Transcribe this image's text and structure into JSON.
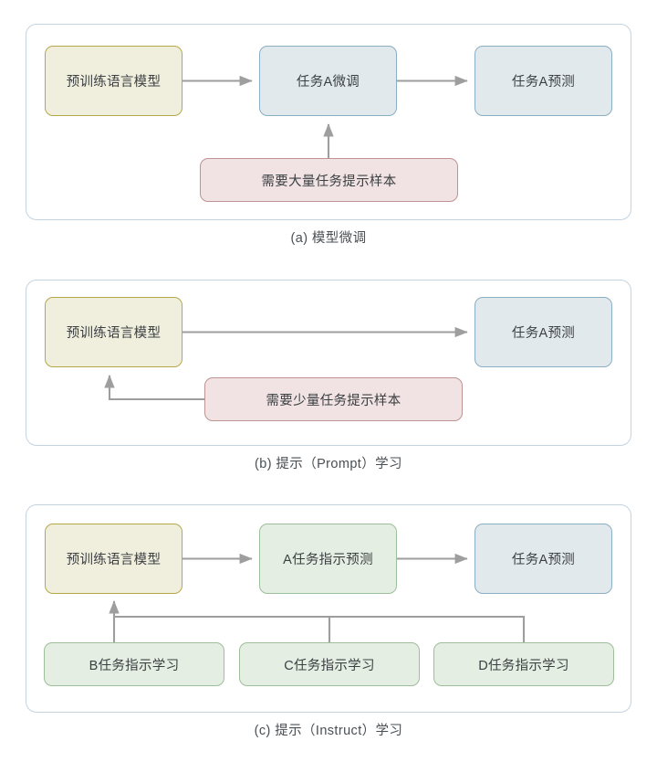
{
  "figure": {
    "panels": [
      {
        "id": "a",
        "caption": "(a) 模型微调",
        "nodes": {
          "plm": "预训练语言模型",
          "finetune": "任务A微调",
          "predict": "任务A预测",
          "samples": "需要大量任务提示样本"
        }
      },
      {
        "id": "b",
        "caption": "(b) 提示（Prompt）学习",
        "nodes": {
          "plm": "预训练语言模型",
          "predict": "任务A预测",
          "samples": "需要少量任务提示样本"
        }
      },
      {
        "id": "c",
        "caption": "(c) 提示（Instruct）学习",
        "nodes": {
          "plm": "预训练语言模型",
          "instruct_a": "A任务指示预测",
          "predict": "任务A预测",
          "instruct_b": "B任务指示学习",
          "instruct_c": "C任务指示学习",
          "instruct_d": "D任务指示学习"
        }
      }
    ],
    "colors": {
      "panel_border": "#c3d3e0",
      "yellow_fill": "#f0eedd",
      "yellow_border": "#b6a84a",
      "blue_fill": "#e2e9ed",
      "blue_border": "#8aaec2",
      "pink_fill": "#f1e3e3",
      "pink_border": "#bd9393",
      "green_fill": "#e5eee2",
      "green_border": "#9dbf99",
      "arrow": "#9e9e9e",
      "text": "#3c4043",
      "background": "#ffffff"
    }
  }
}
